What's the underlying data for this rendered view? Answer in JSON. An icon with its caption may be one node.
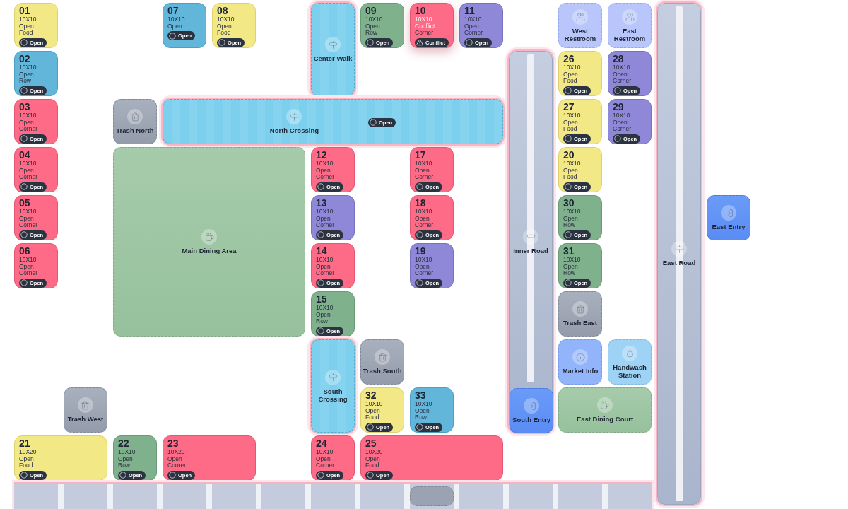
{
  "diagram": {
    "nodes": [
      {
        "text": [
          "01",
          "10X10",
          "Open",
          "Food",
          "Open"
        ]
      },
      {
        "text": [
          "07",
          "10X10",
          "Open",
          "Open"
        ]
      },
      {
        "text": [
          "08",
          "10X10",
          "Open",
          "Food",
          "Open"
        ]
      },
      {
        "text": [
          "Center Walk"
        ]
      },
      {
        "text": [
          "09",
          "10X10",
          "Open",
          "Row",
          "Open"
        ]
      },
      {
        "text": [
          "10",
          "10X10",
          "Conflict",
          "Corner",
          "Conflict"
        ]
      },
      {
        "text": [
          "11",
          "10X10",
          "Open",
          "Corner",
          "Open"
        ]
      },
      {
        "text": [
          "West Restroom"
        ]
      },
      {
        "text": [
          "East Restroom"
        ]
      },
      {
        "text": [
          "East Road"
        ]
      },
      {
        "text": [
          "02",
          "10X10",
          "Open",
          "Row",
          "Open"
        ]
      },
      {
        "text": [
          "Inner Road"
        ]
      },
      {
        "text": [
          "26",
          "10X10",
          "Open",
          "Food",
          "Open"
        ]
      },
      {
        "text": [
          "28",
          "10X10",
          "Open",
          "Corner",
          "Open"
        ]
      },
      {
        "text": [
          "03",
          "10X10",
          "Open",
          "Corner",
          "Open"
        ]
      },
      {
        "text": [
          "Trash North"
        ]
      },
      {
        "text": [
          "North Crossing",
          "Open"
        ]
      },
      {
        "text": [
          "27",
          "10X10",
          "Open",
          "Food",
          "Open"
        ]
      },
      {
        "text": [
          "29",
          "10X10",
          "Open",
          "Corner",
          "Open"
        ]
      },
      {
        "text": [
          "04",
          "10X10",
          "Open",
          "Corner",
          "Open"
        ]
      },
      {
        "text": [
          "Main Dining Area"
        ]
      },
      {
        "text": [
          "12",
          "10X10",
          "Open",
          "Corner",
          "Open"
        ]
      },
      {
        "text": [
          "17",
          "10X10",
          "Open",
          "Corner",
          "Open"
        ]
      },
      {
        "text": [
          "20",
          "10X10",
          "Open",
          "Food",
          "Open"
        ]
      },
      {
        "text": [
          "05",
          "10X10",
          "Open",
          "Corner",
          "Open"
        ]
      },
      {
        "text": [
          "13",
          "10X10",
          "Open",
          "Corner",
          "Open"
        ]
      },
      {
        "text": [
          "18",
          "10X10",
          "Open",
          "Corner",
          "Open"
        ]
      },
      {
        "text": [
          "30",
          "10X10",
          "Open",
          "Row",
          "Open"
        ]
      },
      {
        "text": [
          "East Entry"
        ]
      },
      {
        "text": [
          "06",
          "10X10",
          "Open",
          "Corner",
          "Open"
        ]
      },
      {
        "text": [
          "14",
          "10X10",
          "Open",
          "Corner",
          "Open"
        ]
      },
      {
        "text": [
          "19",
          "10X10",
          "Open",
          "Corner",
          "Open"
        ]
      },
      {
        "text": [
          "31",
          "10X10",
          "Open",
          "Row",
          "Open"
        ]
      },
      {
        "text": [
          "15",
          "10X10",
          "Open",
          "Row",
          "Open"
        ]
      },
      {
        "text": [
          "Trash East"
        ]
      },
      {
        "text": [
          "South Crossing"
        ]
      },
      {
        "text": [
          "Trash South"
        ]
      },
      {
        "text": [
          "Market Info"
        ]
      },
      {
        "text": [
          "Handwash Station"
        ]
      },
      {
        "text": [
          "Trash West"
        ]
      },
      {
        "text": [
          "32",
          "10X10",
          "Open",
          "Food",
          "Open"
        ]
      },
      {
        "text": [
          "33",
          "10X10",
          "Open",
          "Row",
          "Open"
        ]
      },
      {
        "text": [
          "South Entry"
        ],
        "in": 11
      },
      {
        "text": [
          "East Dining Court"
        ]
      },
      {
        "text": [
          "21",
          "10X20",
          "Open",
          "Food",
          "Open"
        ]
      },
      {
        "text": [
          "22",
          "10X10",
          "Open",
          "Row",
          "Open"
        ]
      },
      {
        "text": [
          "23",
          "10X20",
          "Open",
          "Corner",
          "Open"
        ]
      },
      {
        "text": [
          "24",
          "10X10",
          "Open",
          "Corner",
          "Open"
        ]
      },
      {
        "text": [
          "25",
          "10X20",
          "Open",
          "Food",
          "Open"
        ]
      },
      {
        "text": [],
        "shape": "bar"
      },
      {
        "text": [],
        "shape": "box",
        "in": 49
      }
    ]
  }
}
